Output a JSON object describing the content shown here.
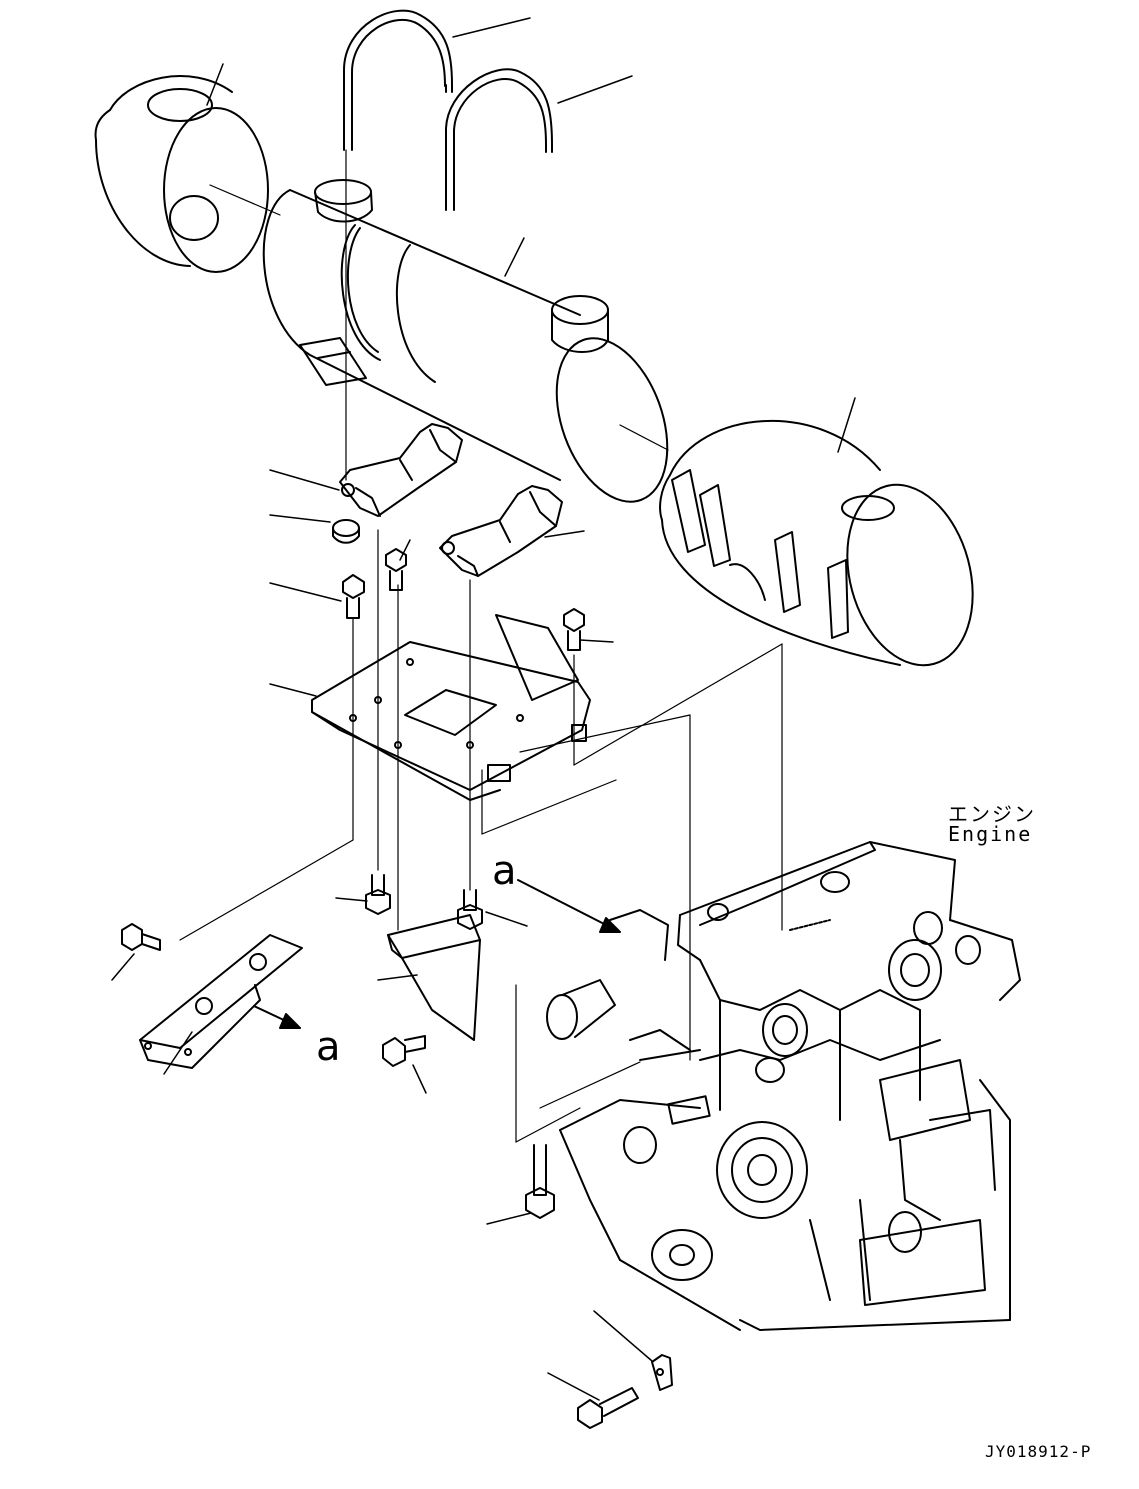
{
  "labels": {
    "engine_jp": "エンジン",
    "engine_en": "Engine",
    "view_marker_top": "a",
    "view_marker_bottom": "a",
    "drawing_code": "JY018912-P"
  }
}
